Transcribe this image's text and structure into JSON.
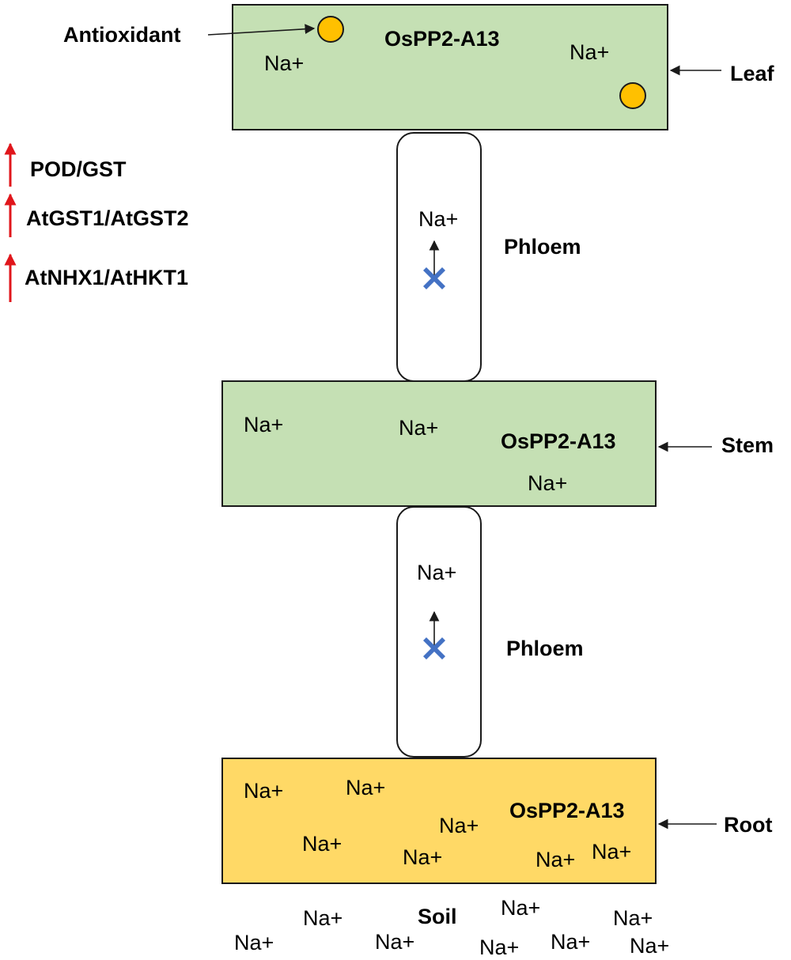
{
  "colors": {
    "leaf_fill": "#c5e0b4",
    "stem_fill": "#c5e0b4",
    "root_fill": "#ffd966",
    "antioxidant_fill": "#ffc000",
    "block_mark": "#4472c4",
    "up_arrow": "#e0161b"
  },
  "icons": {
    "up_arrow": "red-up-arrow-icon",
    "block": "blue-x-block-icon",
    "antioxidant": "orange-circle-icon"
  },
  "antioxidant_label": "Antioxidant",
  "leaf": {
    "gene": "OsPP2-A13",
    "label": "Leaf",
    "ions": [
      "Na+",
      "Na+"
    ]
  },
  "upregulated": [
    {
      "label": "POD/GST"
    },
    {
      "label": "AtGST1/AtGST2"
    },
    {
      "label": "AtNHX1/AtHKT1"
    }
  ],
  "phloem_upper": {
    "label": "Phloem",
    "ion": "Na+"
  },
  "stem": {
    "gene": "OsPP2-A13",
    "label": "Stem",
    "ions": [
      "Na+",
      "Na+",
      "Na+"
    ]
  },
  "phloem_lower": {
    "label": "Phloem",
    "ion": "Na+"
  },
  "root": {
    "gene": "OsPP2-A13",
    "label": "Root",
    "ions": [
      "Na+",
      "Na+",
      "Na+",
      "Na+",
      "Na+",
      "Na+",
      "Na+"
    ]
  },
  "soil": {
    "label": "Soil",
    "ions": [
      "Na+",
      "Na+",
      "Na+",
      "Na+",
      "Na+",
      "Na+",
      "Na+",
      "Na+"
    ]
  }
}
